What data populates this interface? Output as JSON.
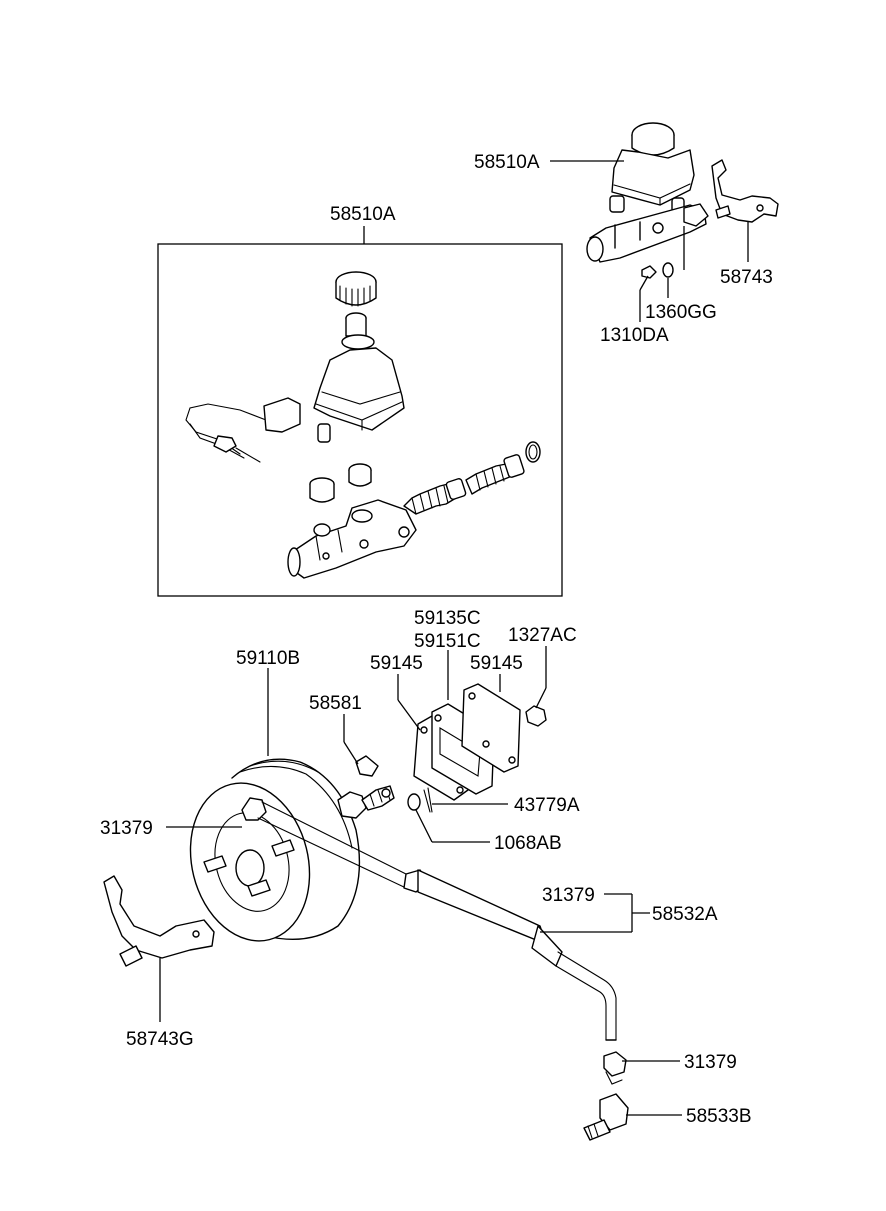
{
  "diagram": {
    "labels": {
      "master_cyl_assy_top": "58510A",
      "master_cyl_assy_box": "58510A",
      "bracket_top": "58743",
      "washer": "1360GG",
      "nut": "1310DA",
      "gasket_a": "59135C",
      "gasket_b": "59151C",
      "nut_b": "1327AC",
      "spacer_left": "59145",
      "spacer_right": "59145",
      "booster": "59110B",
      "check_valve": "58581",
      "pin": "43779A",
      "washer_b": "1068AB",
      "clip_left": "31379",
      "clip_mid": "31379",
      "hose_assy": "58532A",
      "clip_bottom": "31379",
      "bracket_left": "58743G",
      "connector": "58533B"
    }
  }
}
